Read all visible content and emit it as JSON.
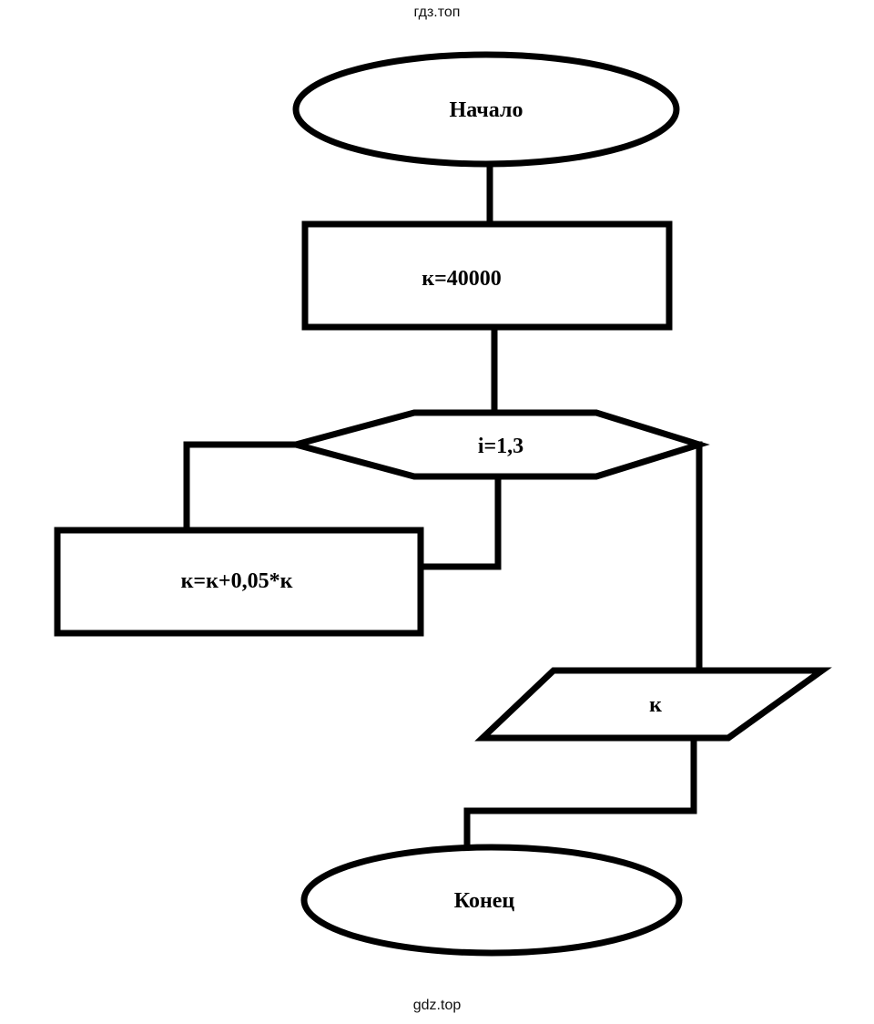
{
  "watermark": {
    "top": "гдз.топ",
    "bottom": "gdz.top"
  },
  "flowchart": {
    "start_label": "Начало",
    "init_label": "к=40000",
    "loop_label": "i=1,3",
    "body_label": "к=к+0,05*к",
    "output_label": "к",
    "end_label": "Конец"
  },
  "colors": {
    "stroke": "#000000",
    "background": "#ffffff"
  }
}
